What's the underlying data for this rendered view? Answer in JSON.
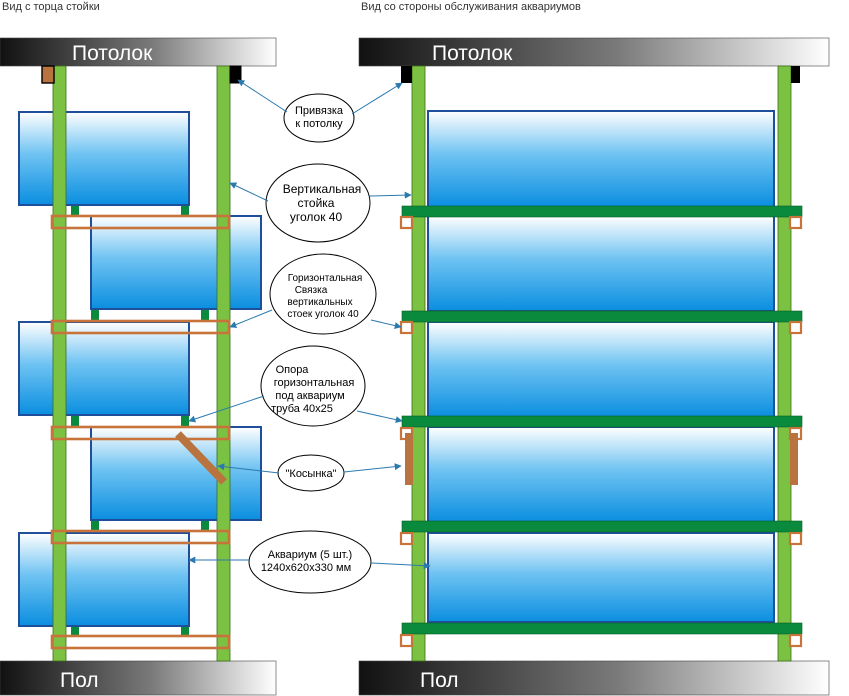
{
  "captions": {
    "left": "Вид с торца стойки",
    "right": "Вид со стороны обслуживания аквариумов"
  },
  "bands": {
    "ceiling": "Потолок",
    "floor": "Пол"
  },
  "labels": {
    "ceiling_mount": [
      "Привязка",
      "к потолку"
    ],
    "vertical_post": [
      "Вертикальная",
      "стойка",
      "уголок 40"
    ],
    "horizontal_tie": [
      "Горизонтальная",
      "Связка",
      "вертикальных",
      "стоек уголок 40"
    ],
    "support": [
      "Опора",
      "горизонтальная",
      "под аквариум",
      "труба 40х25"
    ],
    "gusset": [
      "\"Косынка\""
    ],
    "aquarium": [
      "Аквариум (5 шт.)",
      "1240х620х330 мм"
    ]
  },
  "colors": {
    "post": "#7cc242",
    "tie": "#c8733a",
    "support": "#0a8a3c",
    "gusset": "#b8733e",
    "water_top": "#ffffff",
    "water_bottom": "#0a8ee0",
    "tank_border": "#1f4e9a",
    "band_dark": "#111111",
    "band_light": "#ffffff",
    "pointer": "#2a7ab0"
  }
}
